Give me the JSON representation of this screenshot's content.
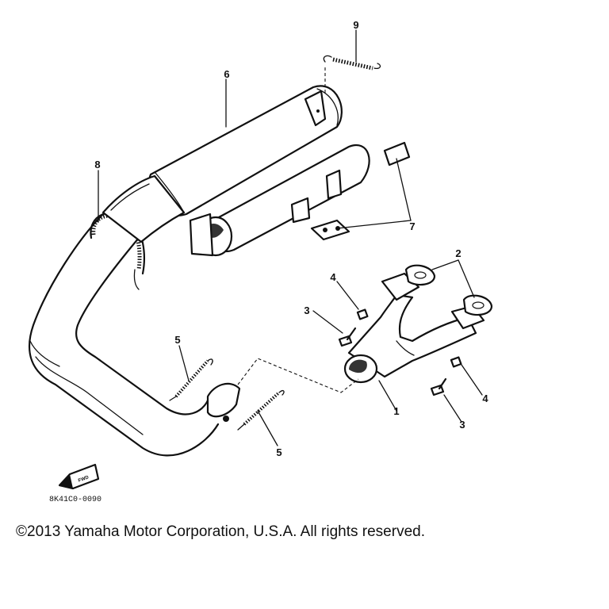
{
  "callouts": {
    "c1": "1",
    "c2": "2",
    "c3a": "3",
    "c3b": "3",
    "c4a": "4",
    "c4b": "4",
    "c5a": "5",
    "c5b": "5",
    "c6": "6",
    "c7": "7",
    "c8": "8",
    "c9": "9"
  },
  "fwd_label": "FWD",
  "diagram_code": "8K41C0-0090",
  "copyright": "©2013 Yamaha Motor Corporation, U.S.A. All rights reserved."
}
